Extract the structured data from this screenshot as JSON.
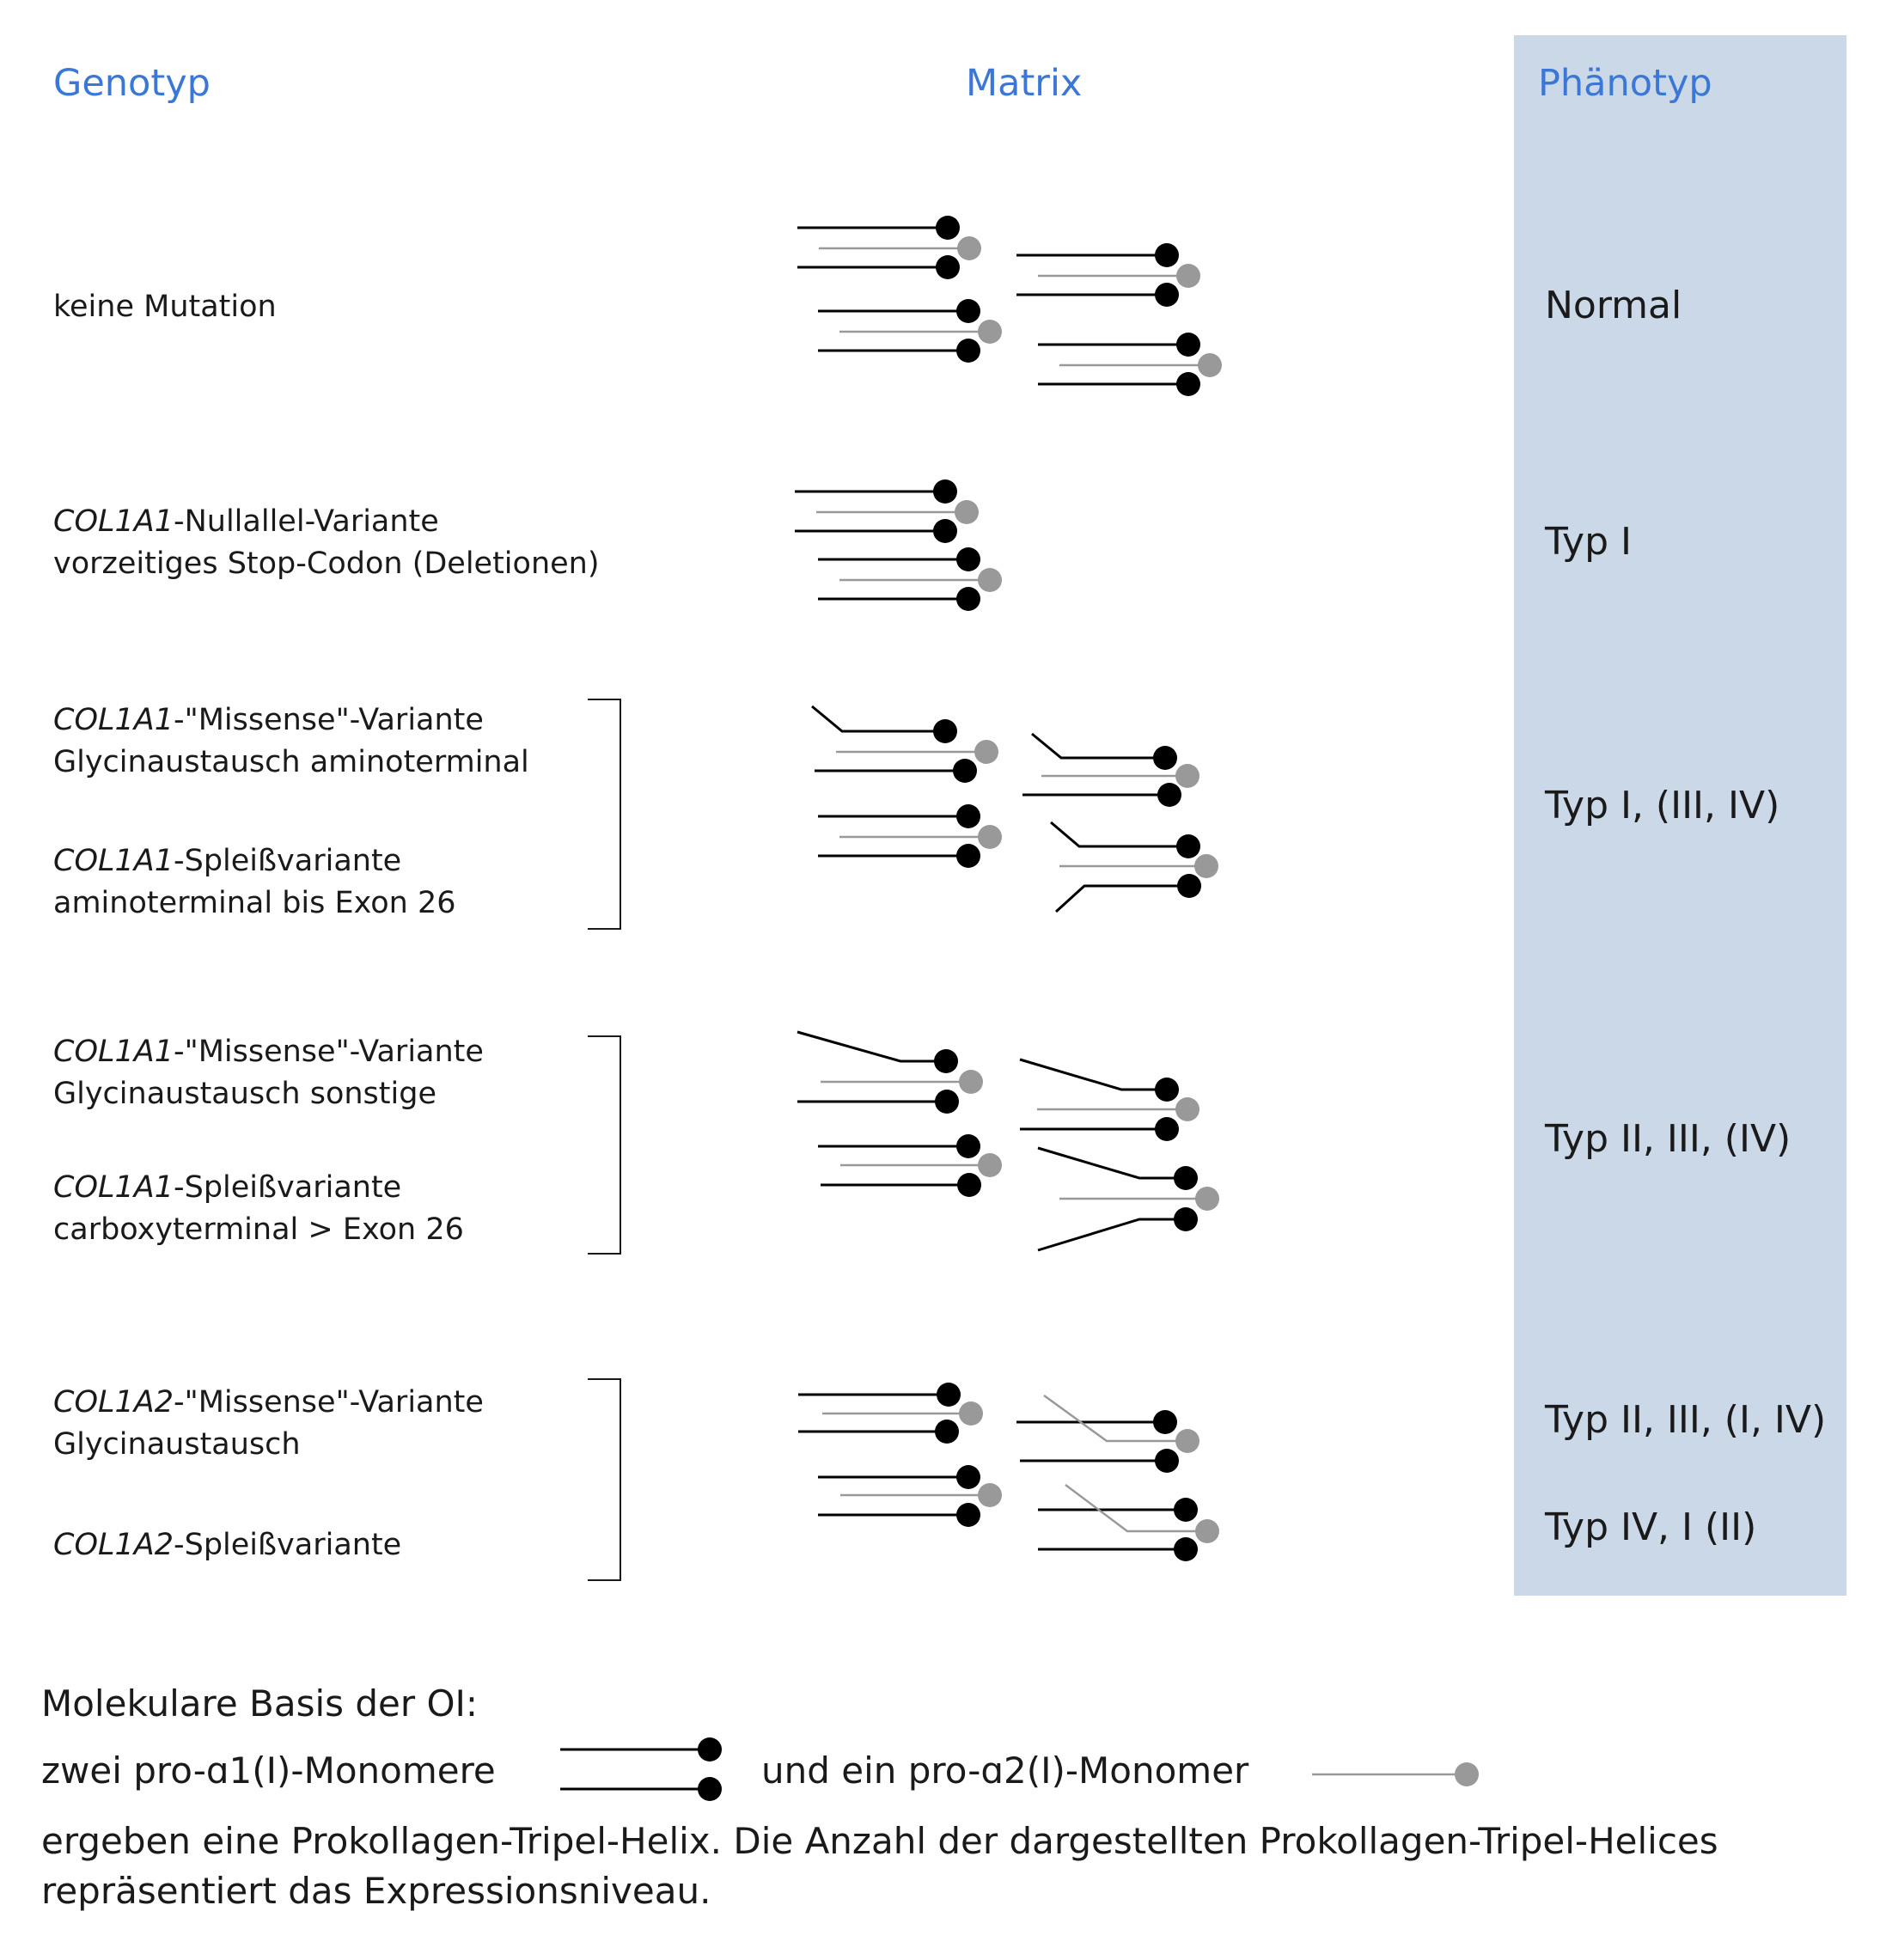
{
  "headers": {
    "genotype": "Genotyp",
    "matrix": "Matrix",
    "phenotype": "Phänotyp"
  },
  "rows": [
    {
      "genotype": [
        {
          "gene": "",
          "rest": "keine Mutation"
        }
      ],
      "phenotype": [
        "Normal"
      ]
    },
    {
      "genotype": [
        {
          "gene": "COL1A1",
          "rest": "-Nullallel-Variante"
        },
        {
          "gene": "",
          "rest": "vorzeitiges Stop-Codon (Deletionen)"
        }
      ],
      "phenotype": [
        "Typ I"
      ]
    },
    {
      "genotype": [
        {
          "gene": "COL1A1",
          "rest": "-\"Missense\"-Variante"
        },
        {
          "gene": "",
          "rest": "Glycinaustausch aminoterminal"
        },
        {
          "gene": "COL1A1",
          "rest": "-Spleißvariante"
        },
        {
          "gene": "",
          "rest": "aminoterminal bis Exon 26"
        }
      ],
      "phenotype": [
        "Typ I, (III, IV)"
      ]
    },
    {
      "genotype": [
        {
          "gene": "COL1A1",
          "rest": "-\"Missense\"-Variante"
        },
        {
          "gene": "",
          "rest": "Glycinaustausch sonstige"
        },
        {
          "gene": "COL1A1",
          "rest": "-Spleißvariante"
        },
        {
          "gene": "",
          "rest": "carboxyterminal > Exon 26"
        }
      ],
      "phenotype": [
        "Typ II, III, (IV)"
      ]
    },
    {
      "genotype": [
        {
          "gene": "COL1A2",
          "rest": "-\"Missense\"-Variante"
        },
        {
          "gene": "",
          "rest": "Glycinaustausch"
        },
        {
          "gene": "COL1A2",
          "rest": "-Spleißvariante"
        }
      ],
      "phenotype": [
        "Typ II, III, (I, IV)",
        "Typ IV, I (II)"
      ]
    }
  ],
  "legend": {
    "line1": "Molekulare Basis der OI:",
    "line2a": "zwei pro-ɑ1(I)-Monomere",
    "line2b": "und ein pro-ɑ2(I)-Monomer",
    "line3": "ergeben eine Prokollagen-Tripel-Helix. Die Anzahl der dargestellten Prokollagen-Tripel-Helices",
    "line4": "repräsentiert das Expressionsniveau."
  },
  "colors": {
    "alpha1_chain": "#000000",
    "alpha2_chain": "#999999",
    "header": "#3b78d6",
    "phenotype_panel": "#cbd8e8"
  }
}
